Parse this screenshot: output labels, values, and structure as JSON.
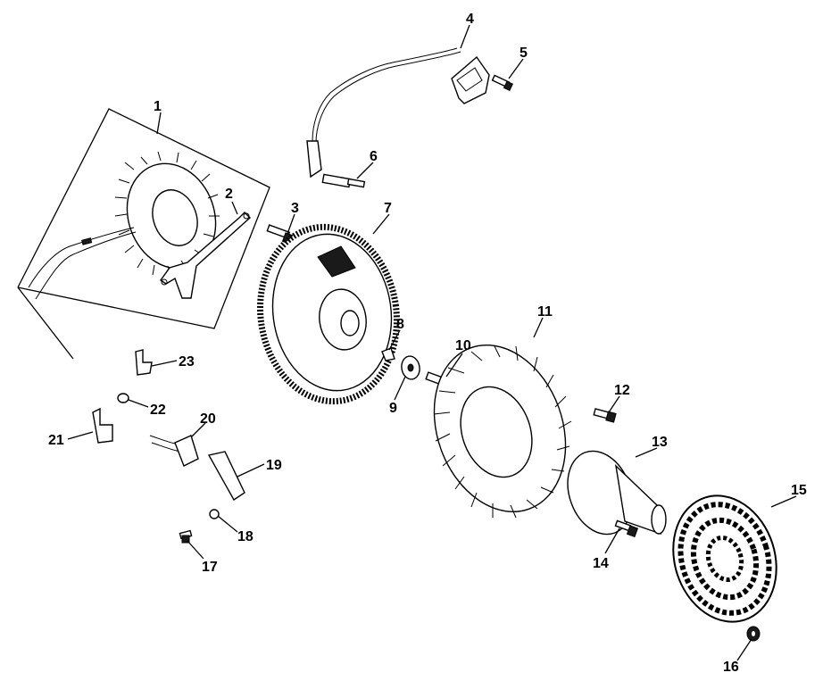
{
  "diagram": {
    "background_color": "#ffffff",
    "ink_color": "#000000",
    "callouts": [
      {
        "key": "c1",
        "text": "1"
      },
      {
        "key": "c2",
        "text": "2"
      },
      {
        "key": "c3",
        "text": "3"
      },
      {
        "key": "c4",
        "text": "4"
      },
      {
        "key": "c5",
        "text": "5"
      },
      {
        "key": "c6",
        "text": "6"
      },
      {
        "key": "c7",
        "text": "7"
      },
      {
        "key": "c8",
        "text": "8"
      },
      {
        "key": "c9",
        "text": "9"
      },
      {
        "key": "c10",
        "text": "10"
      },
      {
        "key": "c11",
        "text": "11"
      },
      {
        "key": "c12",
        "text": "12"
      },
      {
        "key": "c13",
        "text": "13"
      },
      {
        "key": "c14",
        "text": "14"
      },
      {
        "key": "c15",
        "text": "15"
      },
      {
        "key": "c16",
        "text": "16"
      },
      {
        "key": "c17",
        "text": "17"
      },
      {
        "key": "c18",
        "text": "18"
      },
      {
        "key": "c19",
        "text": "19"
      },
      {
        "key": "c20",
        "text": "20"
      },
      {
        "key": "c21",
        "text": "21"
      },
      {
        "key": "c22",
        "text": "22"
      },
      {
        "key": "c23",
        "text": "23"
      }
    ]
  }
}
